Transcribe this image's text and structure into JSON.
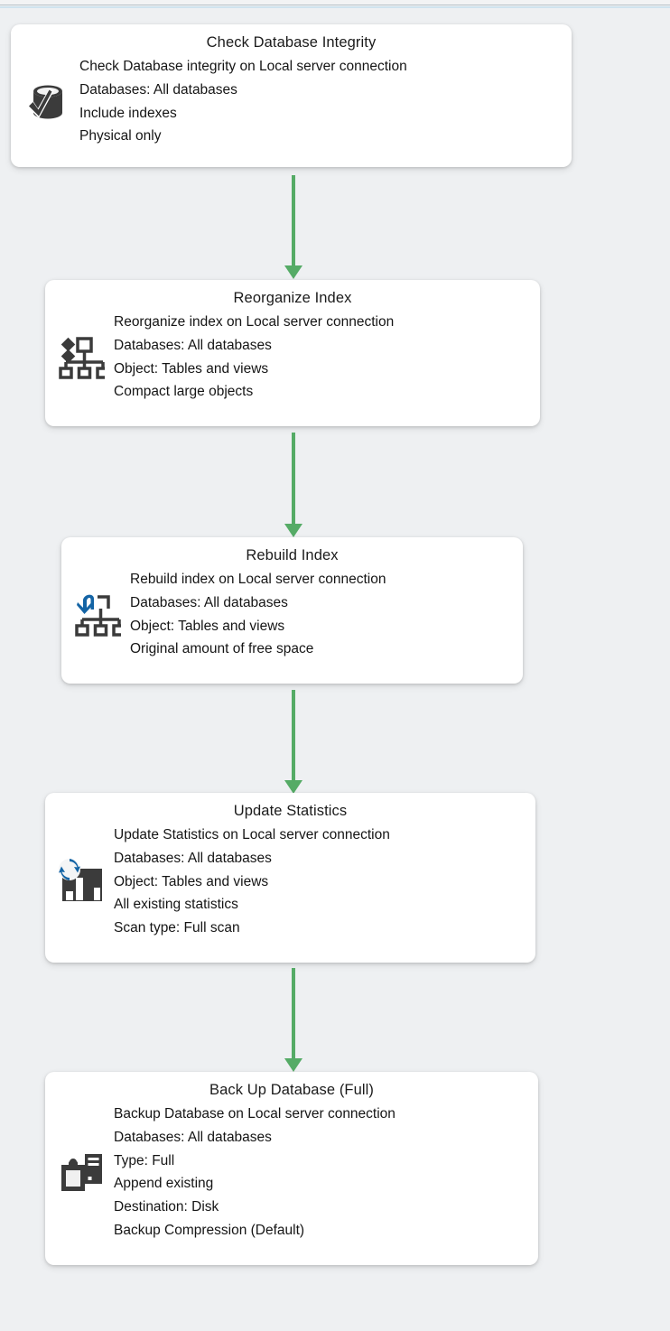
{
  "window": {
    "canvas_background": "#eef0f2",
    "accent_strip_color": "#cfe3ee",
    "connector_color": "#55ab66"
  },
  "diagram": {
    "type": "maintenance-plan-flow",
    "tasks": [
      {
        "id": "check-database-integrity",
        "title": "Check Database Integrity",
        "icon": "database-check-icon",
        "lines": [
          "Check Database integrity on Local server connection",
          "Databases: All databases",
          "Include indexes",
          "Physical only"
        ]
      },
      {
        "id": "reorganize-index",
        "title": "Reorganize Index",
        "icon": "reorganize-index-icon",
        "lines": [
          "Reorganize index on Local server connection",
          "Databases: All databases",
          "Object: Tables and views",
          "Compact large objects"
        ]
      },
      {
        "id": "rebuild-index",
        "title": "Rebuild Index",
        "icon": "rebuild-index-icon",
        "lines": [
          "Rebuild index on Local server connection",
          "Databases: All databases",
          "Object: Tables and views",
          "Original amount of free space"
        ]
      },
      {
        "id": "update-statistics",
        "title": "Update Statistics",
        "icon": "update-statistics-icon",
        "lines": [
          "Update Statistics on Local server connection",
          "Databases: All databases",
          "Object: Tables and views",
          "All existing statistics",
          "Scan type: Full scan"
        ]
      },
      {
        "id": "back-up-database-full",
        "title": "Back Up Database (Full)",
        "icon": "backup-database-icon",
        "lines": [
          "Backup Database on Local server connection",
          "Databases: All databases",
          "Type: Full",
          "Append existing",
          "Destination: Disk",
          "Backup Compression (Default)"
        ]
      }
    ],
    "connectors": [
      {
        "from": "check-database-integrity",
        "to": "reorganize-index"
      },
      {
        "from": "reorganize-index",
        "to": "rebuild-index"
      },
      {
        "from": "rebuild-index",
        "to": "update-statistics"
      },
      {
        "from": "update-statistics",
        "to": "back-up-database-full"
      }
    ]
  }
}
